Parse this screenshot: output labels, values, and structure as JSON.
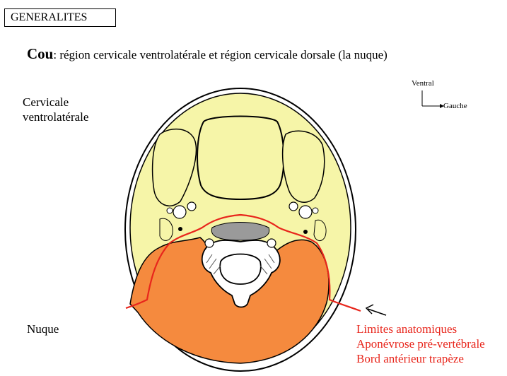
{
  "section_title": "GENERALITES",
  "heading": {
    "term": "Cou",
    "definition": ": région cervicale ventrolatérale et région cervicale dorsale (la nuque)"
  },
  "labels": {
    "ventrolateral": "Cervicale ventrolatérale",
    "nuque": "Nuque"
  },
  "orientation": {
    "up": "Ventral",
    "right": "Gauche"
  },
  "legend": {
    "color": "#e8261c",
    "items": [
      "Limites anatomiques",
      "Aponévrose pré-vertébrale",
      "Bord antérieur trapèze"
    ]
  },
  "colors": {
    "ventrolateral_fill": "#f6f5a8",
    "nuque_fill": "#f58a3e",
    "boundary": "#e8261c"
  }
}
